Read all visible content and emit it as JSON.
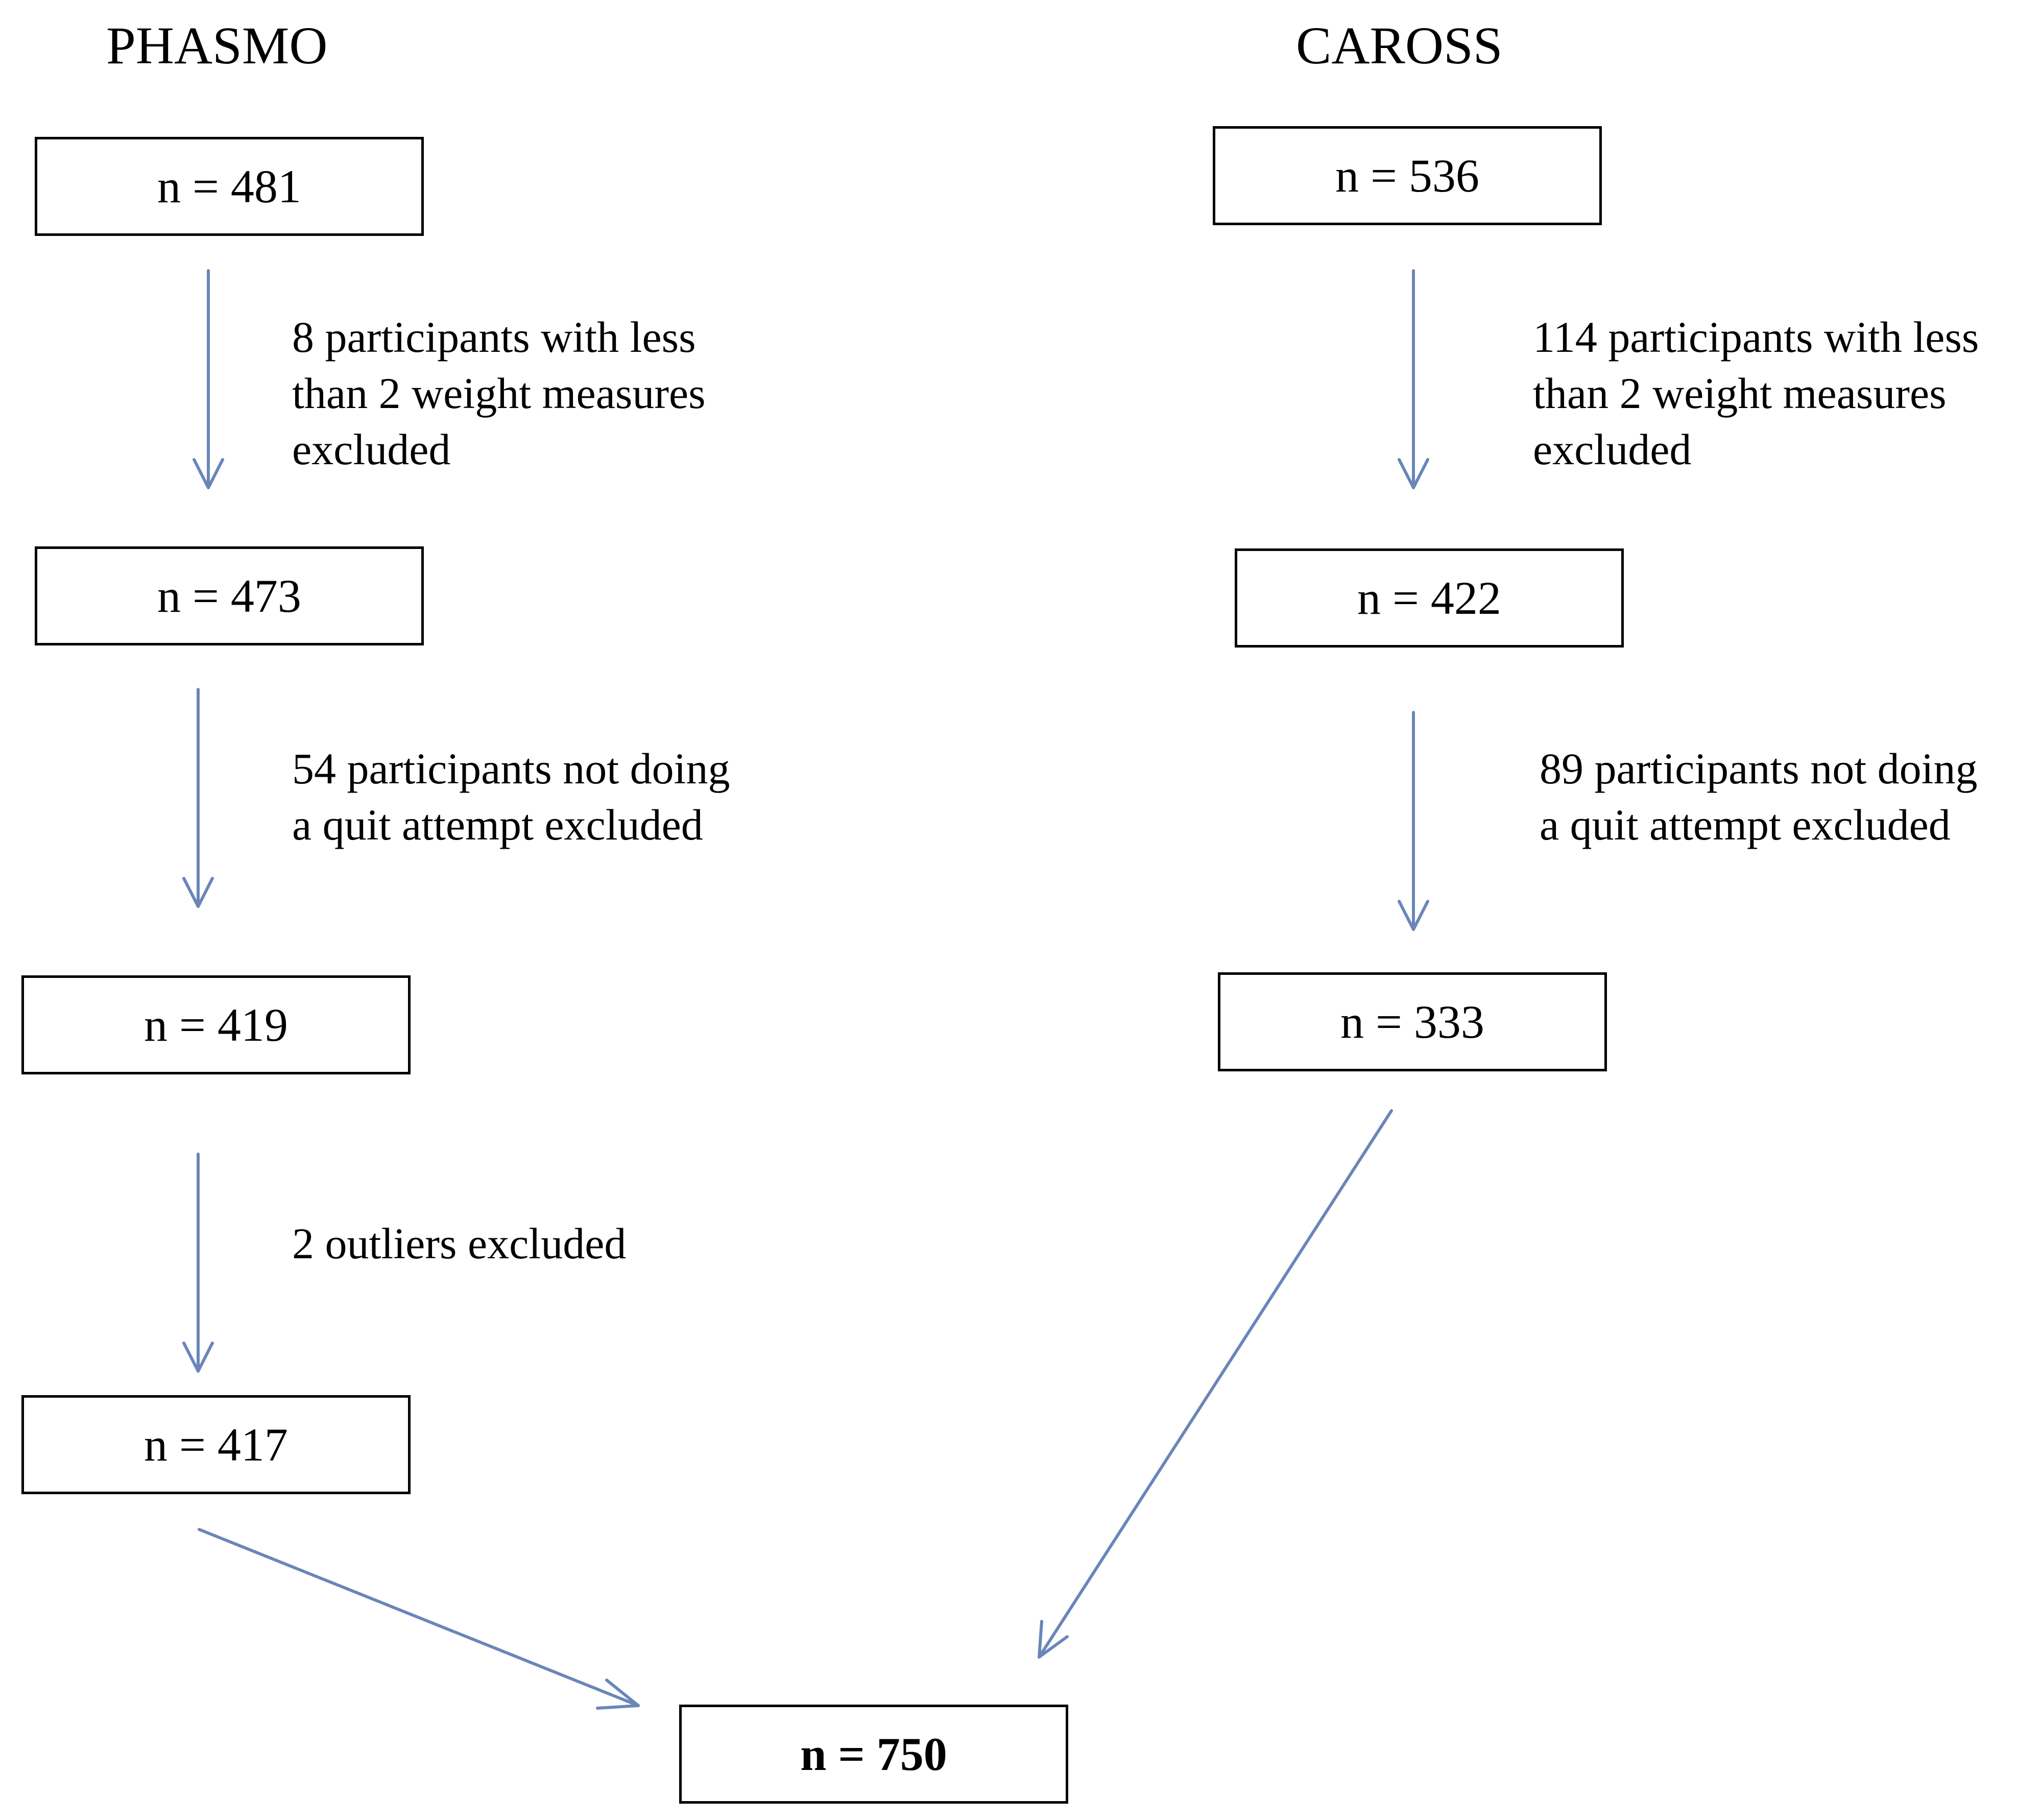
{
  "headings": {
    "left": "PHASMO",
    "right": "CAROSS"
  },
  "phasmo": {
    "box1": "n = 481",
    "note1": [
      "8 participants with less",
      "than 2 weight measures",
      "excluded"
    ],
    "box2": "n = 473",
    "note2": [
      "54 participants not doing",
      "a quit attempt excluded"
    ],
    "box3": "n = 419",
    "note3": [
      "2 outliers excluded"
    ],
    "box4": "n = 417"
  },
  "caross": {
    "box1": "n = 536",
    "note1": [
      "114 participants with less",
      "than 2 weight measures",
      "excluded"
    ],
    "box2": "n = 422",
    "note2": [
      "89 participants not doing",
      "a quit attempt excluded"
    ],
    "box3": "n = 333"
  },
  "final": {
    "box": "n = 750"
  },
  "colors": {
    "arrow": "#6a86b9",
    "border": "#000000"
  }
}
